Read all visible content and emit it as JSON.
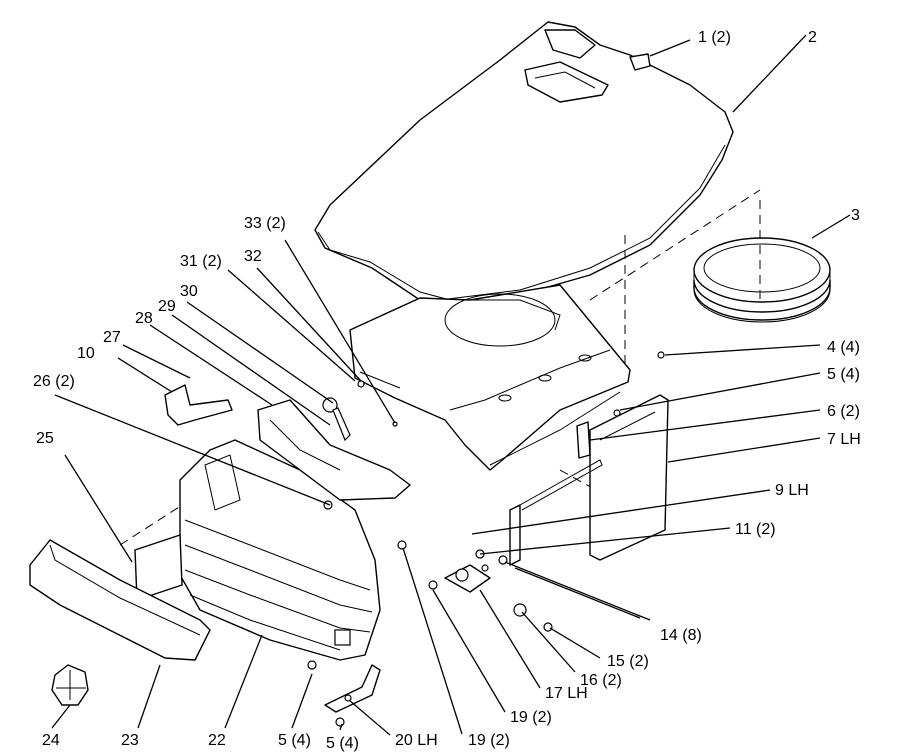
{
  "callouts": [
    {
      "id": "c1",
      "text": "1 (2)"
    },
    {
      "id": "c2",
      "text": "2"
    },
    {
      "id": "c3",
      "text": "3"
    },
    {
      "id": "c4",
      "text": "4 (4)"
    },
    {
      "id": "c5",
      "text": "5 (4)"
    },
    {
      "id": "c6",
      "text": "6 (2)"
    },
    {
      "id": "c7",
      "text": "7 LH"
    },
    {
      "id": "c9",
      "text": "9 LH"
    },
    {
      "id": "c10",
      "text": "10"
    },
    {
      "id": "c11",
      "text": "11 (2)"
    },
    {
      "id": "c14",
      "text": "14 (8)"
    },
    {
      "id": "c15",
      "text": "15 (2)"
    },
    {
      "id": "c16",
      "text": "16 (2)"
    },
    {
      "id": "c17",
      "text": "17 LH"
    },
    {
      "id": "c19a",
      "text": "19 (2)"
    },
    {
      "id": "c19b",
      "text": "19 (2)"
    },
    {
      "id": "c20",
      "text": "20 LH"
    },
    {
      "id": "c22",
      "text": "22"
    },
    {
      "id": "c23",
      "text": "23"
    },
    {
      "id": "c24",
      "text": "24"
    },
    {
      "id": "c25",
      "text": "25"
    },
    {
      "id": "c26",
      "text": "26 (2)"
    },
    {
      "id": "c27",
      "text": "27"
    },
    {
      "id": "c28",
      "text": "28"
    },
    {
      "id": "c29",
      "text": "29"
    },
    {
      "id": "c30",
      "text": "30"
    },
    {
      "id": "c31",
      "text": "31 (2)"
    },
    {
      "id": "c32",
      "text": "32"
    },
    {
      "id": "c33",
      "text": "33 (2)"
    },
    {
      "id": "c5b",
      "text": "5 (4)"
    },
    {
      "id": "c5c",
      "text": "5 (4)"
    }
  ]
}
